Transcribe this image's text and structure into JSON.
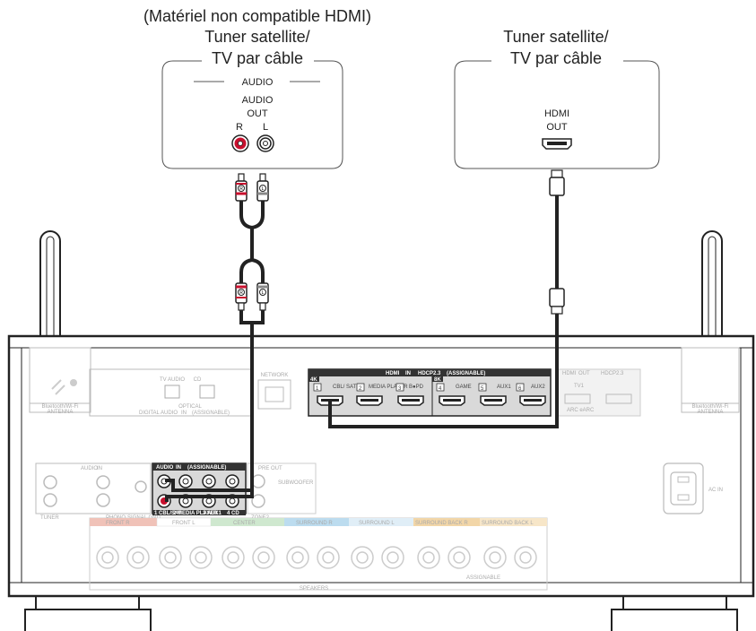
{
  "devices": {
    "left": {
      "note": "(Matériel non compatible HDMI)",
      "title_line1": "Tuner satellite/",
      "title_line2": "TV par câble",
      "audio_header": "AUDIO",
      "out_label_1": "AUDIO",
      "out_label_2": "OUT",
      "r": "R",
      "l": "L"
    },
    "right": {
      "title_line1": "Tuner satellite/",
      "title_line2": "TV par câble",
      "hdmi_label_1": "HDMI",
      "hdmi_label_2": "OUT"
    }
  },
  "plugs": {
    "r": "R",
    "l": "L"
  },
  "receiver": {
    "network": "NETWORK",
    "antenna_label_1": "Bluetooth/Wi-Fi",
    "antenna_label_2": "ANTENNA",
    "digital_audio": "DIGITAL AUDIO",
    "digital_audio_in": "IN",
    "digital_audio_assign": "(ASSIGNABLE)",
    "digital_tv": "TV AUDIO",
    "digital_cd": "CD",
    "optical": "OPTICAL",
    "hdmi_header": "HDMI",
    "hdmi_in": "IN",
    "hdcp": "HDCP2.3",
    "hdmi_assign": "(ASSIGNABLE)",
    "hdmi_4k": "4K",
    "hdmi_8k": "8K",
    "hdmi_inputs": [
      {
        "num": "1",
        "name": "CBL/ SAT"
      },
      {
        "num": "2",
        "name": ""
      },
      {
        "num": "",
        "name": "MEDIA PLAYER"
      },
      {
        "num": "3",
        "name": "B●PD"
      },
      {
        "num": "4",
        "name": "GAME"
      },
      {
        "num": "5",
        "name": "AUX1"
      },
      {
        "num": "6",
        "name": "AUX2"
      }
    ],
    "hdmi_out": "HDMI",
    "hdmi_out_tag": "OUT",
    "hdmi_out_hdcp": "HDCP2.3",
    "tv1": "TV1",
    "arc": "ARC eARC",
    "audio_in_header": "AUDIO",
    "audio_in_tag": "IN",
    "audio_assign": "(ASSIGNABLE)",
    "tuner": "TUNER",
    "phono": "PHONO",
    "signal_gnd": "SIGNAL GND",
    "audio_inputs": [
      "1 CBL/SAT",
      "2 MEDIA PLAYER",
      "3 AUX1",
      "4 CD"
    ],
    "zone2": "ZONE2",
    "pre_out": "PRE OUT",
    "subwoofer": "SUBWOOFER",
    "ac_in": "AC IN",
    "speakers": "SPEAKERS",
    "speaker_groups": [
      "FRONT R",
      "FRONT L",
      "CENTER",
      "SURROUND R",
      "SURROUND L",
      "SURROUND BACK R",
      "SURROUND BACK L"
    ],
    "assignable": "ASSIGNABLE"
  }
}
